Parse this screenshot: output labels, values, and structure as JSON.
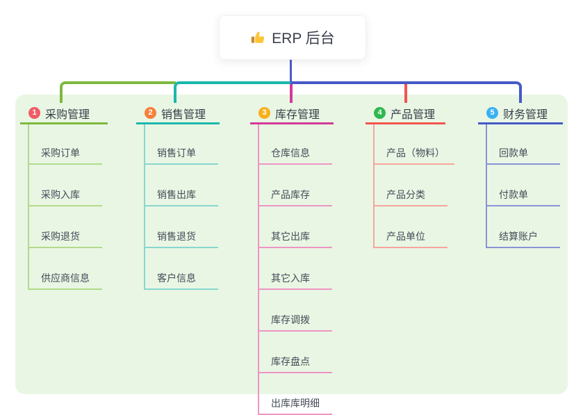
{
  "root": {
    "label": "ERP 后台",
    "icon": "thumbs-up-icon",
    "icon_colors": {
      "hand": "#fbc535",
      "cuff": "#c98a2d"
    }
  },
  "colors": {
    "page_bg": "#ffffff",
    "panel_bg": "#e9f6e4",
    "stem": "#4b5ac8",
    "title_text": "#383d49",
    "child_text": "#454b57"
  },
  "branches": [
    {
      "badge": "1",
      "badge_color": "#f05c66",
      "title": "采购管理",
      "color": "#7cb93e",
      "light_color": "#b2da8b",
      "children": [
        "采购订单",
        "采购入库",
        "采购退货",
        "供应商信息"
      ]
    },
    {
      "badge": "2",
      "badge_color": "#f8803b",
      "title": "销售管理",
      "color": "#1bb8ab",
      "light_color": "#88d7ce",
      "children": [
        "销售订单",
        "销售出库",
        "销售退货",
        "客户信息"
      ]
    },
    {
      "badge": "3",
      "badge_color": "#f9b01d",
      "title": "库存管理",
      "color": "#d23a97",
      "light_color": "#ee95c4",
      "children": [
        "仓库信息",
        "产品库存",
        "其它出库",
        "其它入库",
        "库存调拨",
        "库存盘点",
        "出库库明细"
      ]
    },
    {
      "badge": "4",
      "badge_color": "#2fb84f",
      "title": "产品管理",
      "color": "#f2544e",
      "light_color": "#f8a49e",
      "children": [
        "产品（物料）",
        "产品分类",
        "产品单位"
      ]
    },
    {
      "badge": "5",
      "badge_color": "#38b1f2",
      "title": "财务管理",
      "color": "#4659c7",
      "light_color": "#8893d7",
      "children": [
        "回款单",
        "付款单",
        "结算账户"
      ]
    }
  ]
}
